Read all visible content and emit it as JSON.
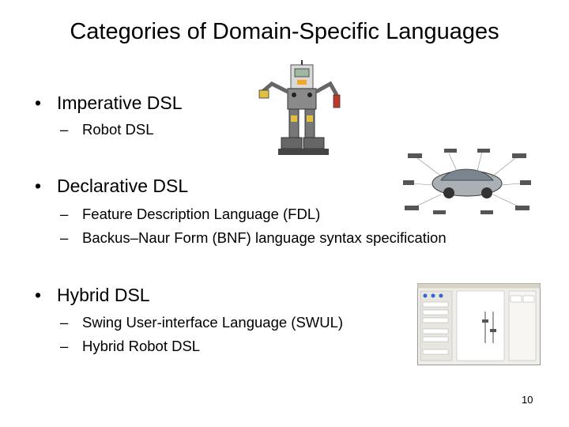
{
  "slide": {
    "title": "Categories of Domain-Specific Languages",
    "bullet_char": "•",
    "dash_char": "–",
    "sections": [
      {
        "label": "Imperative DSL",
        "items": [
          "Robot DSL"
        ]
      },
      {
        "label": "Declarative DSL",
        "items": [
          "Feature Description Language (FDL)",
          "Backus–Naur Form (BNF) language syntax specification"
        ]
      },
      {
        "label": "Hybrid DSL",
        "items": [
          "Swing User-interface Language (SWUL)",
          "Hybrid Robot DSL"
        ]
      }
    ],
    "page_number": "10"
  },
  "images": {
    "robot": "lego-robot-illustration",
    "car": "car-parts-diagram",
    "gui": "swing-gui-screenshot"
  }
}
